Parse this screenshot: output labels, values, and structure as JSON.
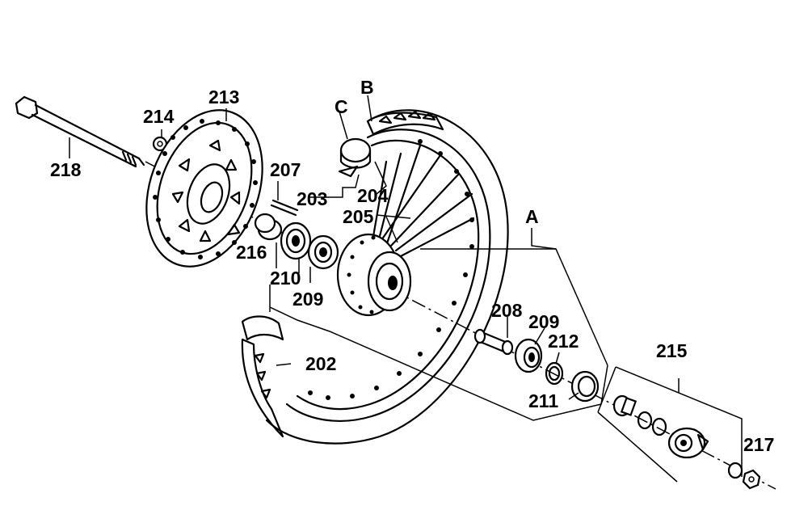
{
  "diagram": {
    "labels": {
      "p202": "202",
      "p203": "203",
      "p204": "204",
      "p205": "205",
      "p207": "207",
      "p208": "208",
      "p209a": "209",
      "p209b": "209",
      "p210": "210",
      "p211": "211",
      "p212": "212",
      "p213": "213",
      "p214": "214",
      "p215": "215",
      "p216": "216",
      "p217": "217",
      "p218": "218",
      "refA": "A",
      "refB": "B",
      "refC": "C"
    }
  }
}
